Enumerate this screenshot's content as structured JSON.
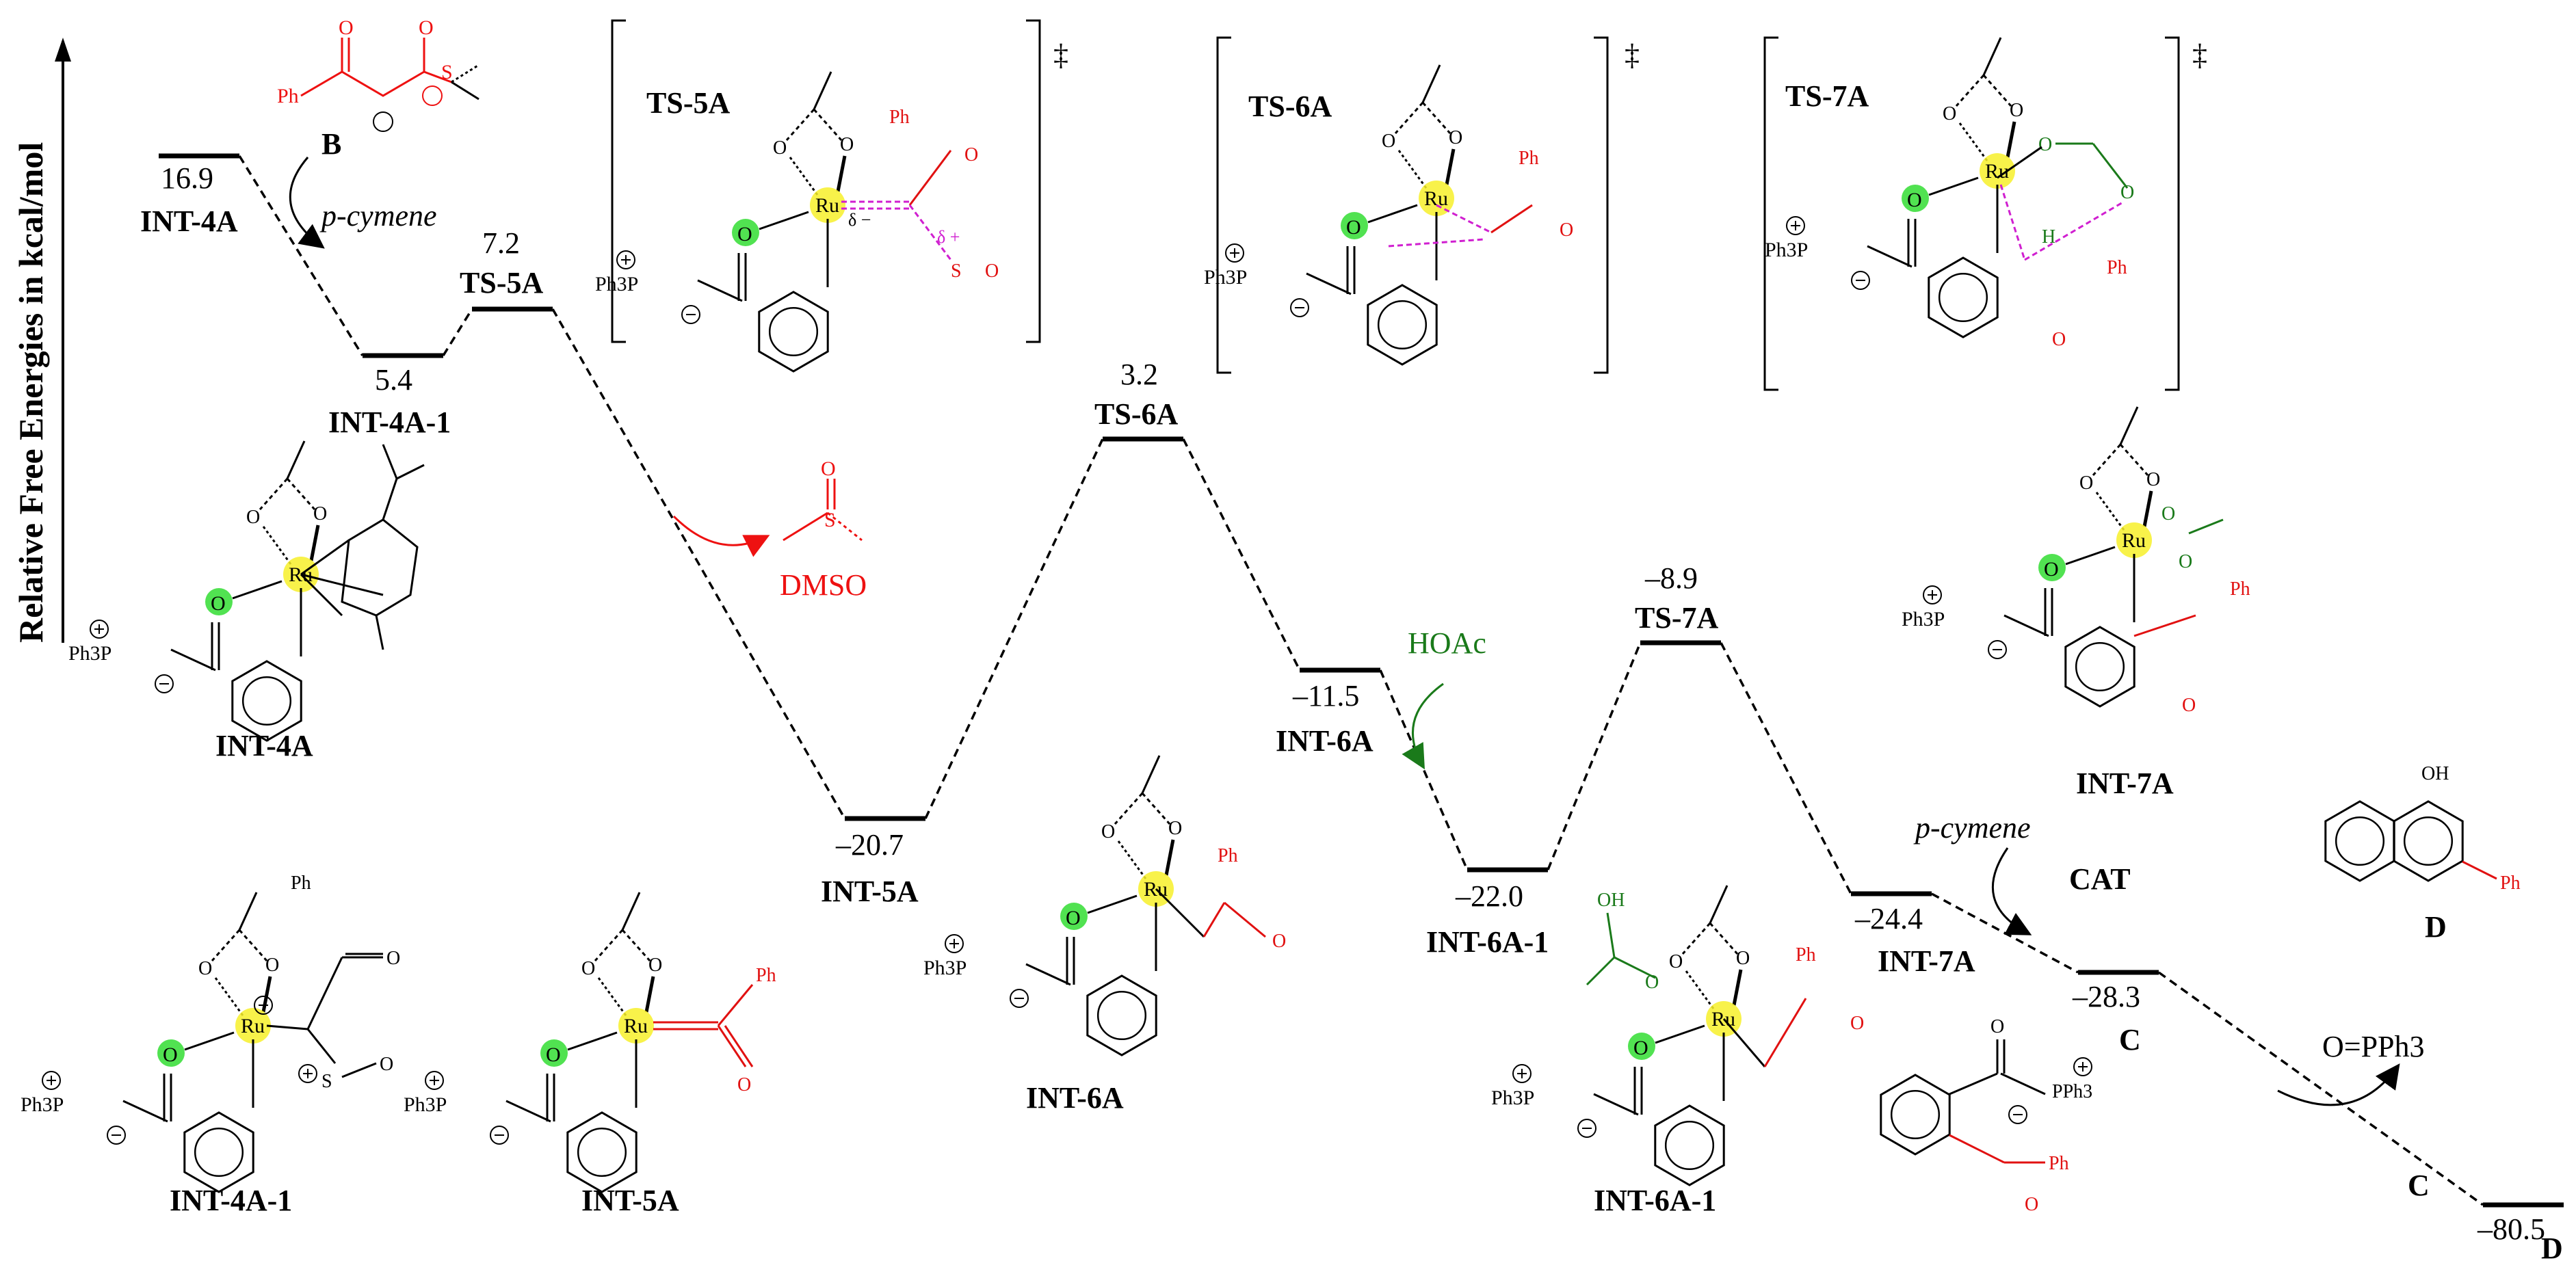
{
  "diagram": {
    "y_axis_label": "Relative Free Energies in kcal/mol",
    "levels": [
      {
        "name": "INT-4A",
        "value": "16.9"
      },
      {
        "name": "INT-4A-1",
        "value": "5.4"
      },
      {
        "name": "TS-5A",
        "value": "7.2"
      },
      {
        "name": "INT-5A",
        "value": "–20.7"
      },
      {
        "name": "TS-6A",
        "value": "3.2"
      },
      {
        "name": "INT-6A",
        "value": "–11.5"
      },
      {
        "name": "INT-6A-1",
        "value": "–22.0"
      },
      {
        "name": "TS-7A",
        "value": "–8.9"
      },
      {
        "name": "INT-7A",
        "value": "–24.4"
      },
      {
        "name": "C",
        "value": "–28.3"
      },
      {
        "name": "D",
        "value": "–80.5"
      }
    ],
    "annotations": {
      "B_label": "B",
      "p_cymene_1": "p-cymene",
      "DMSO": "DMSO",
      "HOAc": "HOAc",
      "p_cymene_2": "p-cymene",
      "CAT": "CAT",
      "OPPh3": "O=PPh3"
    },
    "ts_boxes": [
      {
        "label": "TS-5A",
        "dagger": "‡"
      },
      {
        "label": "TS-6A",
        "dagger": "‡"
      },
      {
        "label": "TS-7A",
        "dagger": "‡"
      }
    ],
    "structure_labels": {
      "int4a": "INT-4A",
      "int4a1": "INT-4A-1",
      "int5a": "INT-5A",
      "int6a": "INT-6A",
      "int6a1": "INT-6A-1",
      "int7a": "INT-7A",
      "c": "C",
      "d": "D"
    },
    "atoms": {
      "Ru": "Ru",
      "O": "O",
      "Ph": "Ph",
      "Ph3P": "Ph3P",
      "PPh3": "PPh3",
      "S": "S",
      "H": "H",
      "OH": "OH",
      "delta_minus": "δ −",
      "delta_plus": "δ +"
    },
    "colors": {
      "black": "#000000",
      "red": "#e11111",
      "green": "#1a7a1a",
      "magenta": "#d01fd0",
      "yellow": "#f7f02a",
      "lime": "#33dd33"
    }
  }
}
